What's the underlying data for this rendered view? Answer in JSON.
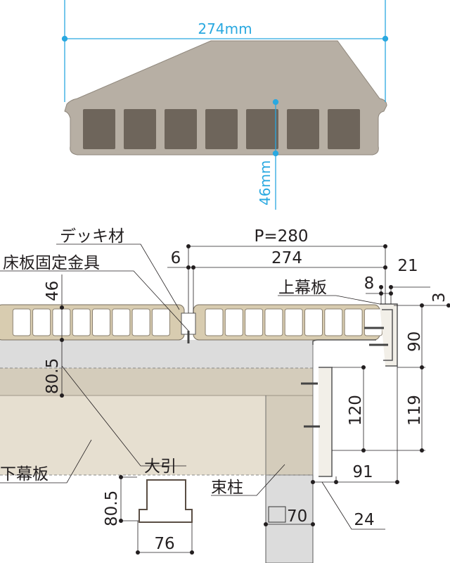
{
  "top_profile": {
    "width_label": "274mm",
    "height_label": "46mm",
    "accent_color": "#29a8e0"
  },
  "section": {
    "labels": {
      "deck_board": "デッキ材",
      "floor_bracket": "床板固定金具",
      "upper_fascia": "上幕板",
      "lower_fascia": "下幕板",
      "beam": "大引",
      "post": "束柱"
    },
    "dimensions": {
      "pitch": "P=280",
      "gap": "6",
      "board_width": "274",
      "d21": "21",
      "d8": "8",
      "d3": "3",
      "board_height": "46",
      "beam_height": "80.5",
      "d90": "90",
      "d120": "120",
      "d119": "119",
      "d91": "91",
      "d24": "24",
      "post_size": "70",
      "beam_detail_height": "80.5",
      "beam_detail_width": "76"
    }
  }
}
